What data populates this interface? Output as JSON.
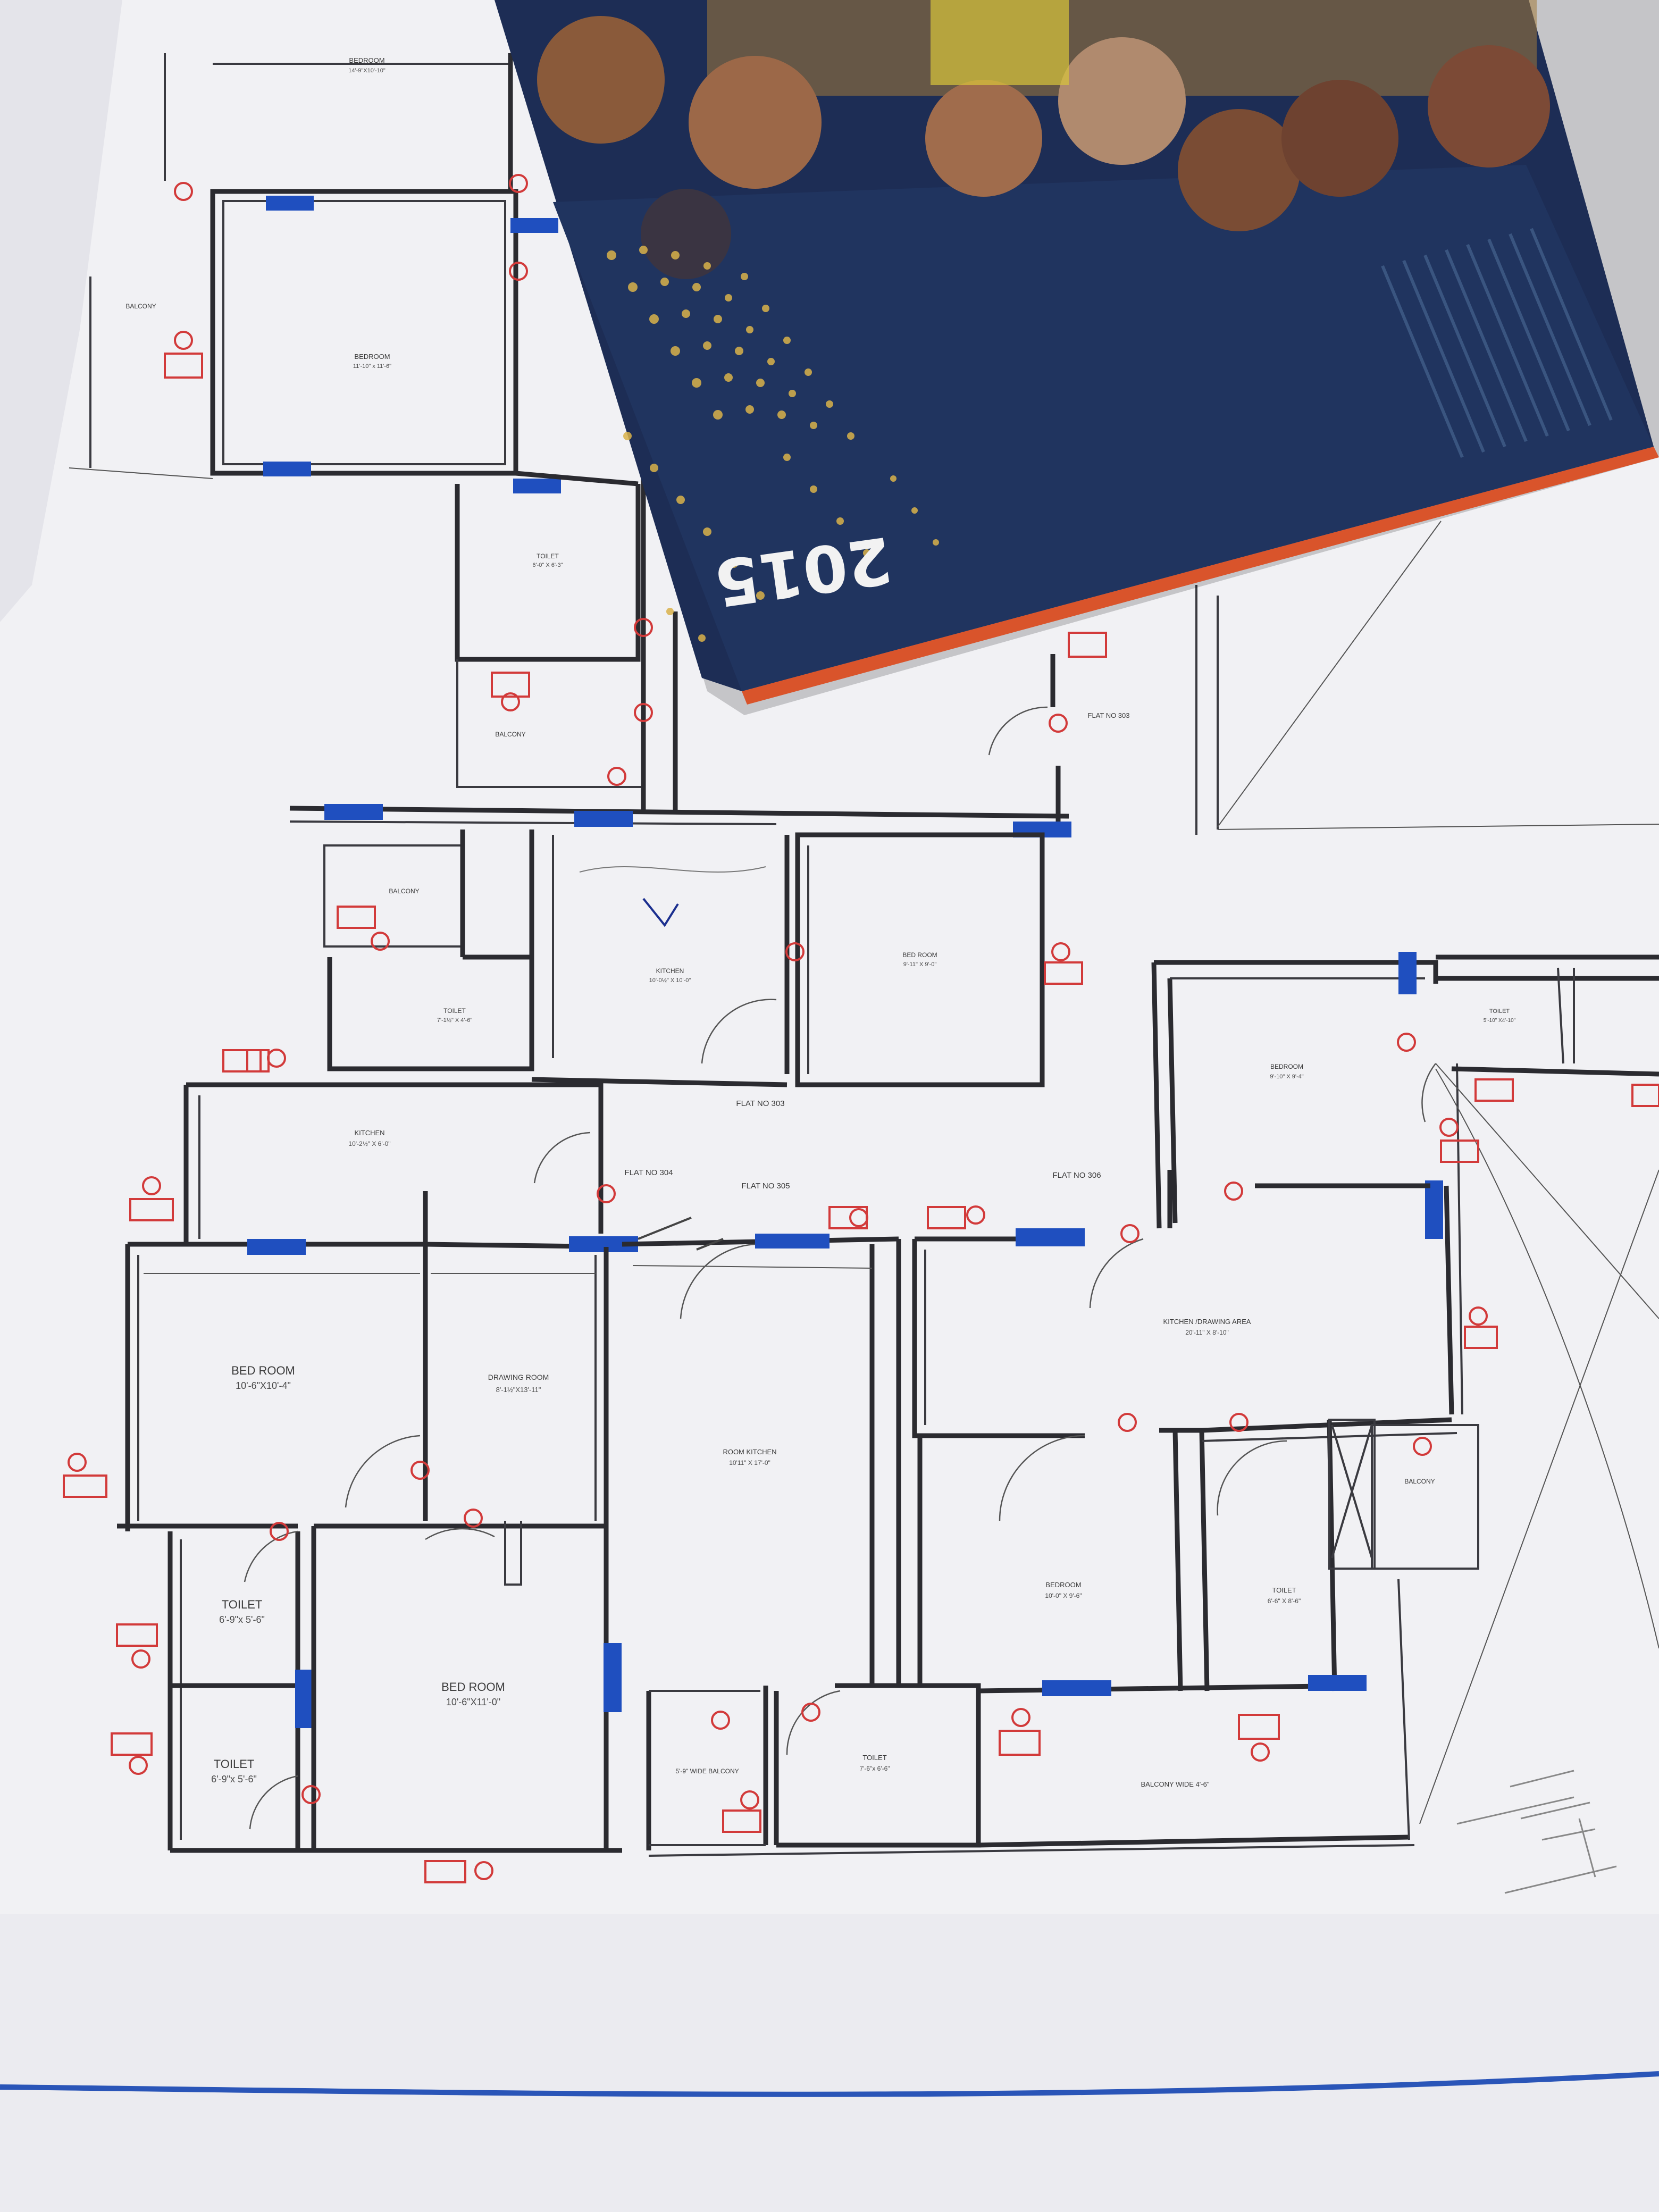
{
  "book": {
    "year": "2015",
    "colors": {
      "cover": "#1d2d55",
      "spine": "#d9542b"
    }
  },
  "colors": {
    "paper": "#f1f1f4",
    "wall": "#2b2b30",
    "window": "#1f4fbf",
    "tag": "#d23a3a",
    "margin_line": "#2a55b8"
  },
  "rooms": [
    {
      "id": "bedroom-top-a",
      "name": "BEDROOM",
      "size": "14'-9\"X10'-10\""
    },
    {
      "id": "bedroom-top-b",
      "name": "BEDROOM",
      "size": "11'-10\" x 11'-6\""
    },
    {
      "id": "balcony-top-left",
      "name": "BALCONY",
      "size": ""
    },
    {
      "id": "toilet-top",
      "name": "TOILET",
      "size": "6'-0\" X 6'-3\""
    },
    {
      "id": "balcony-top-mid",
      "name": "BALCONY",
      "size": ""
    },
    {
      "id": "balcony-upper",
      "name": "BALCONY",
      "size": ""
    },
    {
      "id": "toilet-upper",
      "name": "TOILET",
      "size": "7'-1½\" X 4'-6\""
    },
    {
      "id": "kitchen-upper",
      "name": "KITCHEN",
      "size": "10'-0½\" X 10'-0\""
    },
    {
      "id": "bedroom-upper",
      "name": "BED ROOM",
      "size": "9'-11\" X 9'-0\""
    },
    {
      "id": "kitchen-304",
      "name": "KITCHEN",
      "size": "10'-2½\" X 6'-0\""
    },
    {
      "id": "bedroom-304",
      "name": "BED ROOM",
      "size": "10'-6\"X10'-4\""
    },
    {
      "id": "drawing-304",
      "name": "DRAWING ROOM",
      "size": "8'-1½\"X13'-11\""
    },
    {
      "id": "toilet-304-a",
      "name": "TOILET",
      "size": "6'-9\"x 5'-6\""
    },
    {
      "id": "toilet-304-b",
      "name": "TOILET",
      "size": "6'-9\"x 5'-6\""
    },
    {
      "id": "bedroom-304-b",
      "name": "BED ROOM",
      "size": "10'-6\"X11'-0\""
    },
    {
      "id": "room-kitchen-305",
      "name": "ROOM KITCHEN",
      "size": "10'11\" X 17'-0\""
    },
    {
      "id": "balcony-305",
      "name": "5'-9\" WIDE BALCONY",
      "size": ""
    },
    {
      "id": "toilet-305",
      "name": "TOILET",
      "size": "7'-6\"x 6'-6\""
    },
    {
      "id": "kitchen-drawing-306",
      "name": "KITCHEN /DRAWING AREA",
      "size": "20'-11\" X 8'-10\""
    },
    {
      "id": "bedroom-306",
      "name": "BEDROOM",
      "size": "10'-0\" X 9'-6\""
    },
    {
      "id": "toilet-306",
      "name": "TOILET",
      "size": "6'-6\" X 8'-6\""
    },
    {
      "id": "balcony-306-side",
      "name": "BALCONY",
      "size": ""
    },
    {
      "id": "balcony-306-bottom",
      "name": "BALCONY WIDE 4'-6\"",
      "size": ""
    },
    {
      "id": "bedroom-right",
      "name": "BEDROOM",
      "size": "9'-10\" X 9'-4\""
    },
    {
      "id": "toilet-right",
      "name": "TOILET",
      "size": "5'-10\" X4'-10\""
    }
  ],
  "flats": [
    {
      "id": "flat-303-upper",
      "label": "FLAT NO 303"
    },
    {
      "id": "flat-303-top",
      "label": "FLAT NO 303"
    },
    {
      "id": "flat-304",
      "label": "FLAT NO 304"
    },
    {
      "id": "flat-305",
      "label": "FLAT NO 305"
    },
    {
      "id": "flat-306",
      "label": "FLAT NO 306"
    }
  ]
}
